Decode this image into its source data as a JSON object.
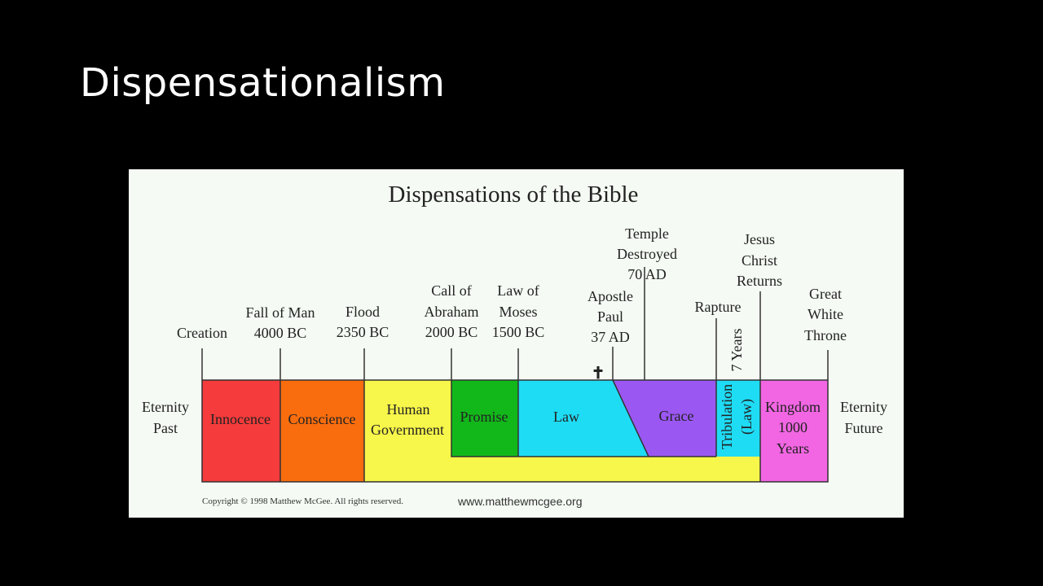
{
  "slide": {
    "title": "Dispensationalism"
  },
  "figure": {
    "title": "Dispensations of the Bible",
    "events": {
      "creation": "Creation",
      "fall_1": "Fall of Man",
      "fall_2": "4000 BC",
      "flood_1": "Flood",
      "flood_2": "2350 BC",
      "abraham_1": "Call of",
      "abraham_2": "Abraham",
      "abraham_3": "2000 BC",
      "moses_1": "Law of",
      "moses_2": "Moses",
      "moses_3": "1500 BC",
      "paul_1": "Apostle",
      "paul_2": "Paul",
      "paul_3": "37 AD",
      "temple_1": "Temple",
      "temple_2": "Destroyed",
      "temple_3": "70 AD",
      "rapture": "Rapture",
      "returns_1": "Jesus",
      "returns_2": "Christ",
      "returns_3": "Returns",
      "throne_1": "Great",
      "throne_2": "White",
      "throne_3": "Throne",
      "cross_symbol": "✝"
    },
    "edges": {
      "past_1": "Eternity",
      "past_2": "Past",
      "future_1": "Eternity",
      "future_2": "Future"
    },
    "dispensations": {
      "innocence": "Innocence",
      "conscience": "Conscience",
      "government_1": "Human",
      "government_2": "Government",
      "promise": "Promise",
      "law": "Law",
      "grace": "Grace",
      "tribulation": "Tribulation",
      "seven_years": "7 Years",
      "tribulation_law": "(Law)",
      "kingdom_1": "Kingdom",
      "kingdom_2": "1000",
      "kingdom_3": "Years"
    },
    "colors": {
      "innocence": "#f53b3b",
      "conscience": "#f96d0e",
      "human_government": "#f7f64a",
      "promise": "#12b81a",
      "law": "#1fdcf5",
      "grace": "#9b57f2",
      "kingdom": "#f266e3",
      "background": "#f5fbf4"
    },
    "footer": {
      "copyright": "Copyright © 1998 Matthew McGee. All rights reserved.",
      "website": "www.matthewmcgee.org"
    }
  }
}
